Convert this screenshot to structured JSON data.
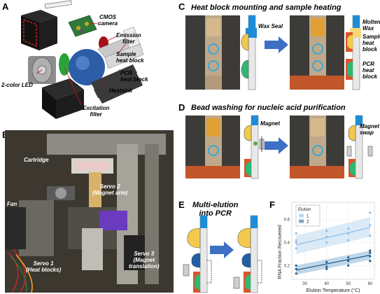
{
  "panels": {
    "A": {
      "letter": "A",
      "labels": {
        "cmos": "CMOS\ncamera",
        "emission": "Emission\nfilter",
        "sample": "Sample\nheat block",
        "pcr": "PCR\nheat block",
        "heatsink": "Heatsink",
        "led": "2-color LED",
        "excitation": "Excitation\nfilter"
      }
    },
    "B": {
      "letter": "B",
      "labels": {
        "cartridge": "Cartridge",
        "servo2": "Servo 2\n(Magnet arm)",
        "fan": "Fan",
        "servo1": "Servo 1\n(Heat blocks)",
        "servo3": "Servo 3\n(Magnet\ntranslation)"
      }
    },
    "C": {
      "letter": "C",
      "title": "Heat block mounting and sample heating",
      "labels": {
        "wax_seal": "Wax Seal",
        "molten_wax": "Molten\nWax",
        "sample_block": "Sample\nheat\nblock",
        "pcr_block": "PCR\nheat\nblock"
      }
    },
    "D": {
      "letter": "D",
      "title": "Bead washing for nucleic acid purification",
      "labels": {
        "magnet": "Magnet",
        "magnet_swap": "Magnet\nswap"
      }
    },
    "E": {
      "letter": "E",
      "title": "Multi-elution\ninto PCR"
    },
    "F": {
      "letter": "F",
      "colors": {
        "series1": "#8fbfe6",
        "series2": "#1d5e8f",
        "band1": "#cfe3f4",
        "band2": "#a9c9e2"
      }
    }
  },
  "chart_data": {
    "type": "scatter",
    "xlabel": "Elution Temperature (°C)",
    "ylabel": "RNA Fraction Recovered",
    "xlim": [
      24,
      62
    ],
    "ylim": [
      0.08,
      0.75
    ],
    "xticks": [
      30,
      40,
      50,
      60
    ],
    "yticks": [
      0.2,
      0.4,
      0.6
    ],
    "grid": true,
    "legend": {
      "title": "Elution",
      "placement": "top-left"
    },
    "series": [
      {
        "name": "1",
        "points": [
          [
            26,
            0.35
          ],
          [
            26,
            0.4
          ],
          [
            26,
            0.42
          ],
          [
            26,
            0.48
          ],
          [
            40,
            0.4
          ],
          [
            40,
            0.45
          ],
          [
            40,
            0.5
          ],
          [
            50,
            0.42
          ],
          [
            50,
            0.48
          ],
          [
            50,
            0.52
          ],
          [
            60,
            0.46
          ],
          [
            60,
            0.55
          ],
          [
            60,
            0.66
          ]
        ],
        "fit": [
          [
            26,
            0.38
          ],
          [
            60,
            0.53
          ]
        ],
        "band": [
          [
            26,
            0.3,
            0.46
          ],
          [
            60,
            0.45,
            0.62
          ]
        ]
      },
      {
        "name": "2",
        "points": [
          [
            26,
            0.13
          ],
          [
            26,
            0.17
          ],
          [
            26,
            0.2
          ],
          [
            40,
            0.17
          ],
          [
            40,
            0.19
          ],
          [
            40,
            0.23
          ],
          [
            50,
            0.2
          ],
          [
            50,
            0.24
          ],
          [
            50,
            0.27
          ],
          [
            60,
            0.24
          ],
          [
            60,
            0.28
          ],
          [
            60,
            0.31
          ],
          [
            60,
            0.33
          ]
        ],
        "fit": [
          [
            26,
            0.16
          ],
          [
            60,
            0.29
          ]
        ],
        "band": [
          [
            26,
            0.12,
            0.2
          ],
          [
            60,
            0.25,
            0.33
          ]
        ]
      }
    ]
  }
}
